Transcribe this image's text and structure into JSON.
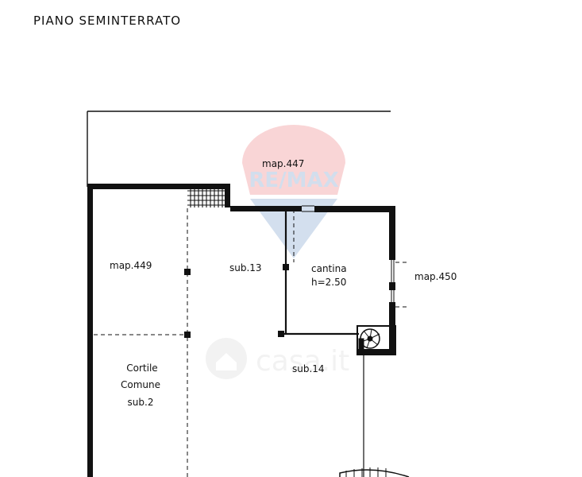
{
  "plan": {
    "title": "PIANO SEMINTERRATO",
    "labels": {
      "map_447": "map.447",
      "map_449": "map.449",
      "map_450": "map.450",
      "sub_13": "sub.13",
      "sub_14": "sub.14",
      "cantina": "cantina",
      "cantina_height": "h=2.50",
      "cortile_1": "Cortile",
      "cortile_2": "Comune",
      "cortile_3": "sub.2"
    },
    "watermarks": {
      "remax": "RE/MAX",
      "casa": "casa.it"
    },
    "colors": {
      "line": "#111111",
      "remax_red": "#e11b22",
      "remax_blue": "#0a4ea2"
    }
  }
}
